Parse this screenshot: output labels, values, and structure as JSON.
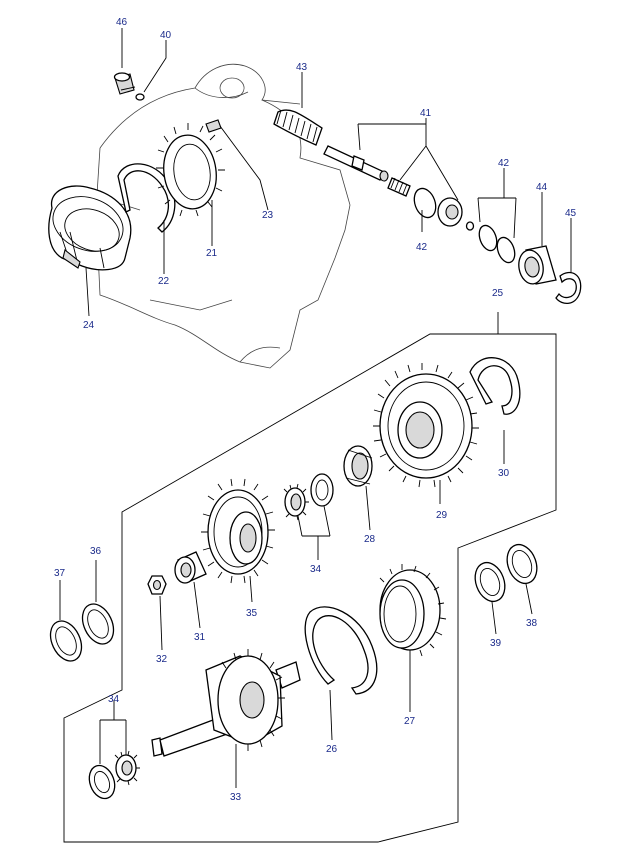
{
  "colors": {
    "callout": "#1a2a8a",
    "line": "#000000",
    "background": "#ffffff"
  },
  "callouts": {
    "c46": "46",
    "c40": "40",
    "c43": "43",
    "c41": "41",
    "c42a": "42",
    "c42b": "42",
    "c44": "44",
    "c45": "45",
    "c23": "23",
    "c21": "21",
    "c22": "22",
    "c24": "24",
    "c25": "25",
    "c30": "30",
    "c29": "29",
    "c28": "28",
    "c34a": "34",
    "c35": "35",
    "c37": "37",
    "c36": "36",
    "c31": "31",
    "c32": "32",
    "c39": "39",
    "c38": "38",
    "c27": "27",
    "c26": "26",
    "c34b": "34",
    "c33": "33"
  }
}
